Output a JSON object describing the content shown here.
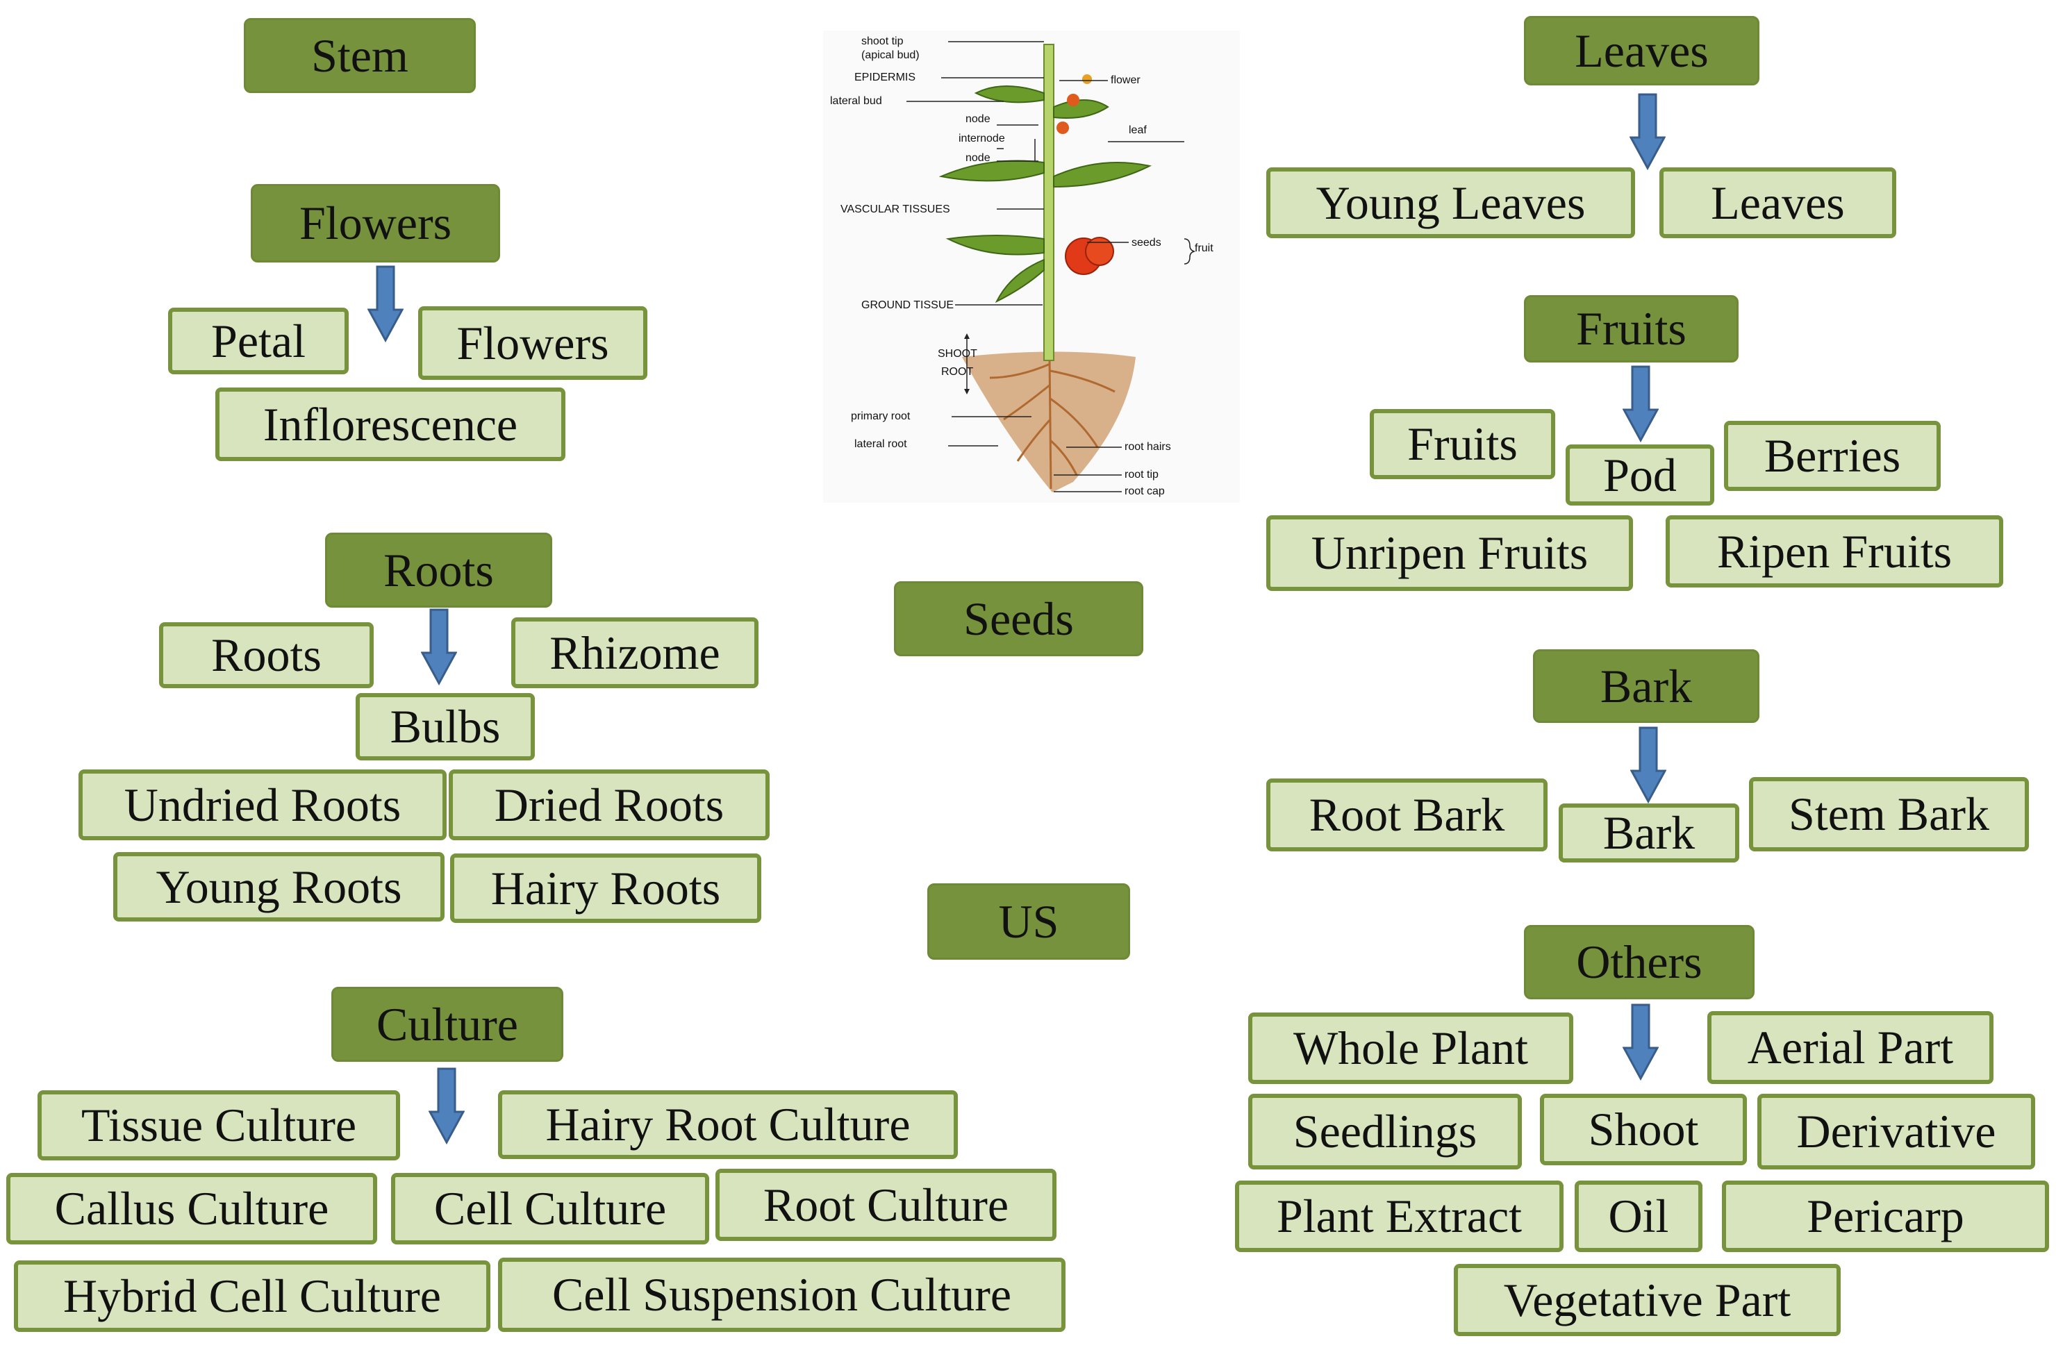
{
  "stem": {
    "header": "Stem"
  },
  "flowers": {
    "header": "Flowers",
    "items": [
      "Petal",
      "Flowers",
      "Inflorescence"
    ]
  },
  "roots": {
    "header": "Roots",
    "items": [
      "Roots",
      "Rhizome",
      "Bulbs",
      "Undried Roots",
      "Dried Roots",
      "Young Roots",
      "Hairy Roots"
    ]
  },
  "culture": {
    "header": "Culture",
    "items": [
      "Tissue Culture",
      "Hairy Root Culture",
      "Callus Culture",
      "Cell Culture",
      "Root Culture",
      "Hybrid Cell Culture",
      "Cell Suspension Culture"
    ]
  },
  "seeds": {
    "header": "Seeds"
  },
  "us": {
    "header": "US"
  },
  "leaves": {
    "header": "Leaves",
    "items": [
      "Young Leaves",
      "Leaves"
    ]
  },
  "fruits": {
    "header": "Fruits",
    "items": [
      "Fruits",
      "Pod",
      "Berries",
      "Unripen Fruits",
      "Ripen Fruits"
    ]
  },
  "bark": {
    "header": "Bark",
    "items": [
      "Root Bark",
      "Bark",
      "Stem Bark"
    ]
  },
  "others": {
    "header": "Others",
    "items": [
      "Whole Plant",
      "Aerial Part",
      "Seedlings",
      "Shoot",
      "Derivative",
      "Plant Extract",
      "Oil",
      "Pericarp",
      "Vegetative Part"
    ]
  },
  "plant_diagram": {
    "labels": {
      "shoot_tip": "shoot tip",
      "apical_bud": "(apical bud)",
      "epidermis": "EPIDERMIS",
      "lateral_bud": "lateral bud",
      "node1": "node",
      "internode": "internode",
      "node2": "node",
      "vascular": "VASCULAR TISSUES",
      "ground": "GROUND TISSUE",
      "shoot": "SHOOT",
      "root": "ROOT",
      "primary_root": "primary root",
      "lateral_root": "lateral root",
      "flower": "flower",
      "leaf": "leaf",
      "seeds": "seeds",
      "fruit": "fruit",
      "root_hairs": "root hairs",
      "root_tip": "root tip",
      "root_cap": "root cap"
    }
  },
  "colors": {
    "header_fill": "#76923c",
    "item_fill": "#d7e4bd",
    "item_border": "#77933c",
    "arrow": "#4f81bd"
  }
}
